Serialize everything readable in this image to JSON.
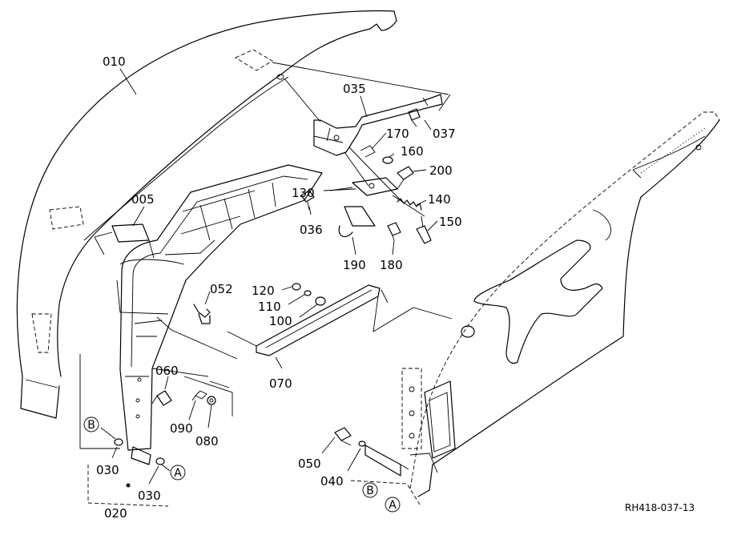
{
  "parts": {
    "p010": "010",
    "p035": "035",
    "p037": "037",
    "p170": "170",
    "p160": "160",
    "p200": "200",
    "p005": "005",
    "p130": "130",
    "p140": "140",
    "p036": "036",
    "p150": "150",
    "p190": "190",
    "p180": "180",
    "p052": "052",
    "p120": "120",
    "p110": "110",
    "p100": "100",
    "p060": "060",
    "p070": "070",
    "p090": "090",
    "p080": "080",
    "p030a": "030",
    "p030b": "030",
    "p020": "020",
    "p050": "050",
    "p040": "040"
  },
  "markers": {
    "b_left": "B",
    "a_left": "A",
    "b_right": "B",
    "a_right": "A"
  },
  "reference_code": "RH418-037-13"
}
